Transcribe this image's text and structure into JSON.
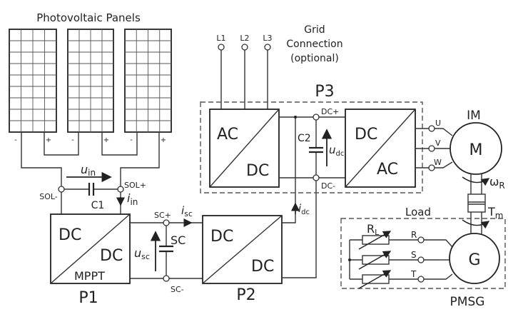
{
  "title": "Photovoltaic Panels",
  "panels": {
    "minus": "-",
    "plus": "+"
  },
  "pv": {
    "sol_minus": "SOL-",
    "sol_plus": "SOL+",
    "c1": "C1",
    "u_in": "u",
    "u_in_sub": "in",
    "i_in": "i",
    "i_in_sub": "in"
  },
  "p1": {
    "top": "DC",
    "bottom": "DC",
    "mppt": "MPPT",
    "label": "P1"
  },
  "sc": {
    "sc_plus": "SC+",
    "sc_minus": "SC-",
    "sc": "SC",
    "u_sc": "u",
    "u_sc_sub": "sc",
    "i_sc": "i",
    "i_sc_sub": "sc"
  },
  "p2": {
    "top": "DC",
    "bottom": "DC",
    "label": "P2",
    "i_dc": "i",
    "i_dc_sub": "dc"
  },
  "grid": {
    "l1": "L1",
    "l2": "L2",
    "l3": "L3",
    "line1": "Grid",
    "line2": "Connection",
    "line3": "(optional)"
  },
  "p3": {
    "label": "P3",
    "rect_top": "AC",
    "rect_bottom": "DC",
    "dc_plus": "DC+",
    "dc_minus": "DC-",
    "c2": "C2",
    "u_dc": "u",
    "u_dc_sub": "dc",
    "inv_top": "DC",
    "inv_bottom": "AC"
  },
  "motor": {
    "label": "IM",
    "symbol": "M",
    "u": "U",
    "v": "V",
    "w": "W",
    "omega": "ω",
    "omega_sub": "R",
    "torque": "T",
    "torque_sub": "m"
  },
  "load": {
    "label": "Load",
    "rl": "R",
    "rl_sub": "L",
    "r": "R",
    "s": "S",
    "t": "T",
    "gen_symbol": "G",
    "gen_label": "PMSG"
  }
}
